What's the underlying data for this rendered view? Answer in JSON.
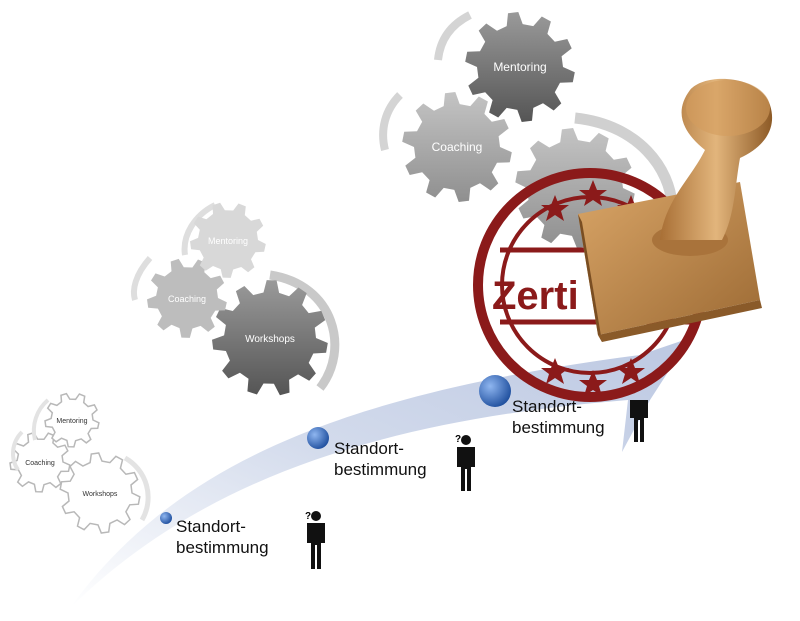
{
  "gear_clusters": [
    {
      "mentoring": "Mentoring",
      "coaching": "Coaching",
      "workshops": "Workshops"
    },
    {
      "mentoring": "Mentoring",
      "coaching": "Coaching",
      "workshops": "Workshops"
    },
    {
      "mentoring": "Mentoring",
      "coaching": "Coaching",
      "workshops": ""
    }
  ],
  "stages": [
    {
      "line1": "Standort-",
      "line2": "bestimmung"
    },
    {
      "line1": "Standort-",
      "line2": "bestimmung"
    },
    {
      "line1": "Standort-",
      "line2": "bestimmung"
    }
  ],
  "person_marker": "?",
  "stamp": {
    "word": "Zerti"
  },
  "colors": {
    "path": "#cfd8ea",
    "node": "#2f63b8",
    "gear_dark": "#7a7a7a",
    "gear_mid": "#a9a9a9",
    "stamp_red": "#8b1a1a",
    "wood": "#c08a4e"
  }
}
